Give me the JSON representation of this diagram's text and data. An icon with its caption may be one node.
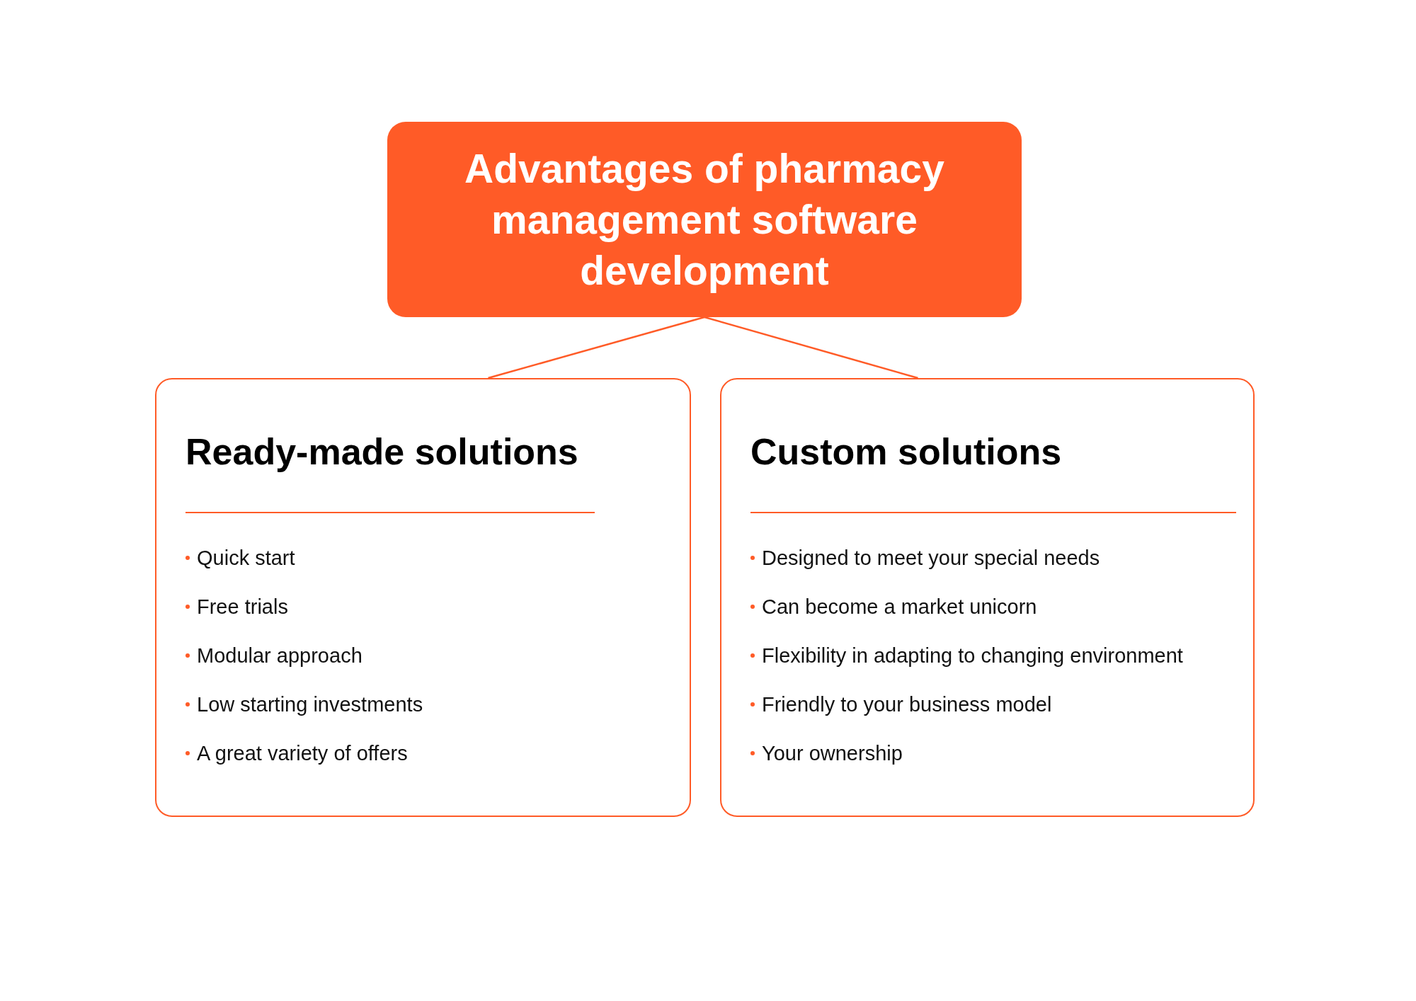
{
  "diagram": {
    "nodes": [
      {
        "text": [
          "Advantages of pharmacy management software development"
        ]
      },
      {
        "text": [
          "Ready-made solutions",
          "Quick start",
          "Free trials",
          "Modular approach",
          "Low starting investments",
          "A great variety of offers"
        ]
      },
      {
        "text": [
          "Custom solutions",
          "Designed to meet your special needs",
          "Can become a market unicorn",
          "Flexibility in adapting to changing environment",
          "Friendly to your business model",
          "Your ownership"
        ]
      }
    ],
    "edges": [
      {
        "from": 0,
        "to": 1,
        "arrow": "none"
      },
      {
        "from": 0,
        "to": 2,
        "arrow": "none"
      }
    ]
  }
}
